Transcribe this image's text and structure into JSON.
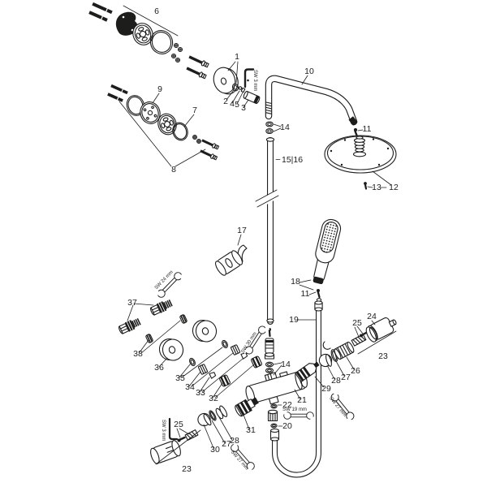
{
  "diagram": {
    "kind": "exploded-parts-diagram",
    "subject": "thermostatic showerpipe with overhead shower and hand shower",
    "background_color": "#ffffff",
    "line_color": "#1d1d1b"
  },
  "part_numbers": {
    "n1": "1",
    "n2": "2",
    "n3": "3",
    "n4": "4",
    "n5": "5",
    "n6": "6",
    "n7": "7",
    "n8": "8",
    "n9": "9",
    "n10": "10",
    "n11": "11",
    "n12": "12",
    "n13": "13",
    "n14": "14",
    "n15_16": "15|16",
    "n17": "17",
    "n18": "18",
    "n19": "19",
    "n20": "20",
    "n21": "21",
    "n22": "22",
    "n23": "23",
    "n24": "24",
    "n25": "25",
    "n26": "26",
    "n27": "27",
    "n28": "28",
    "n29": "29",
    "n30": "30",
    "n31": "31",
    "n32": "32",
    "n33": "33",
    "n34": "34",
    "n35": "35",
    "n36": "36",
    "n37": "37",
    "n38": "38"
  },
  "tool_labels": {
    "sw3": "SW 3 mm",
    "sw19": "SW 19 mm",
    "sw24": "SW 24 mm",
    "sw27": "SW 27 mm",
    "sw30": "SW 30 mm"
  }
}
